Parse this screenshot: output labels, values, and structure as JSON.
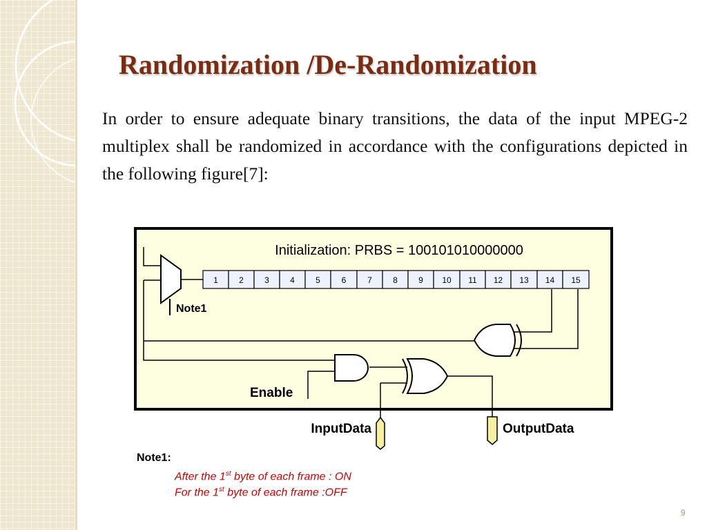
{
  "slide": {
    "title": "Randomization /De-Randomization",
    "body": "In order to ensure adequate binary transitions, the data of the input MPEG-2 multiplex shall be randomized in accordance with the configurations depicted in the following figure[7]:",
    "page_number": "9"
  },
  "diagram": {
    "init_label": "Initialization: PRBS = 100101010000000",
    "registers": [
      "1",
      "2",
      "3",
      "4",
      "5",
      "6",
      "7",
      "8",
      "9",
      "10",
      "11",
      "12",
      "13",
      "14",
      "15"
    ],
    "switch_label": "Note1",
    "enable_label": "Enable",
    "input_label": "InputData",
    "output_label": "OutputData"
  },
  "note": {
    "title": "Note1:",
    "line1": {
      "prefix": "After the 1",
      "sup": "st",
      "suffix": " byte of each frame :  ON"
    },
    "line2": {
      "prefix": "For the 1",
      "sup": "st",
      "suffix": " byte of each frame   :OFF"
    }
  },
  "colors": {
    "title": "#7a2b10",
    "panel_fill": "#fefee0",
    "register_fill": "#eef2ff",
    "note_text": "#cc0000",
    "connector_fill": "#f7f0a0"
  }
}
